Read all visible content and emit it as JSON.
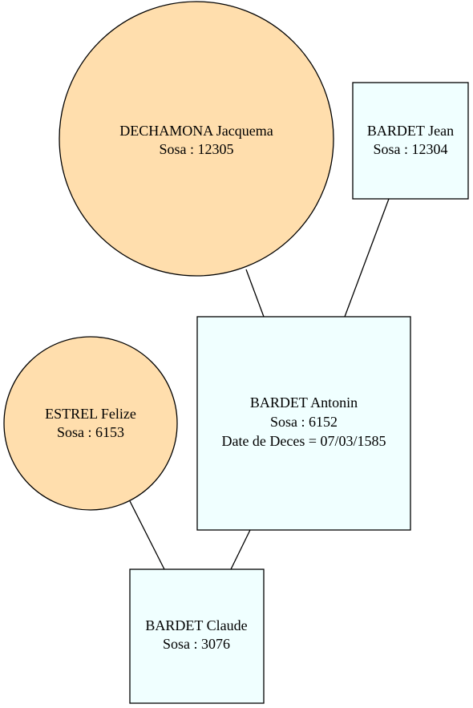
{
  "colors": {
    "female_fill": "#ffdead",
    "male_fill": "#f0ffff",
    "stroke": "#000000",
    "edge": "#000000",
    "text": "#000000"
  },
  "people": {
    "jacquema": {
      "name": "DECHAMONA Jacquema",
      "sosa": "Sosa : 12305",
      "shape": "circle"
    },
    "jean": {
      "name": "BARDET Jean",
      "sosa": "Sosa : 12304",
      "shape": "box"
    },
    "antonin": {
      "name": "BARDET Antonin",
      "sosa": "Sosa : 6152",
      "death": "Date de Deces = 07/03/1585",
      "shape": "box"
    },
    "felize": {
      "name": "ESTREL Felize",
      "sosa": "Sosa : 6153",
      "shape": "circle"
    },
    "claude": {
      "name": "BARDET Claude",
      "sosa": "Sosa : 3076",
      "shape": "box"
    }
  },
  "relations": [
    {
      "parent": "jacquema",
      "child": "antonin"
    },
    {
      "parent": "jean",
      "child": "antonin"
    },
    {
      "parent": "felize",
      "child": "claude"
    },
    {
      "parent": "antonin",
      "child": "claude"
    }
  ]
}
